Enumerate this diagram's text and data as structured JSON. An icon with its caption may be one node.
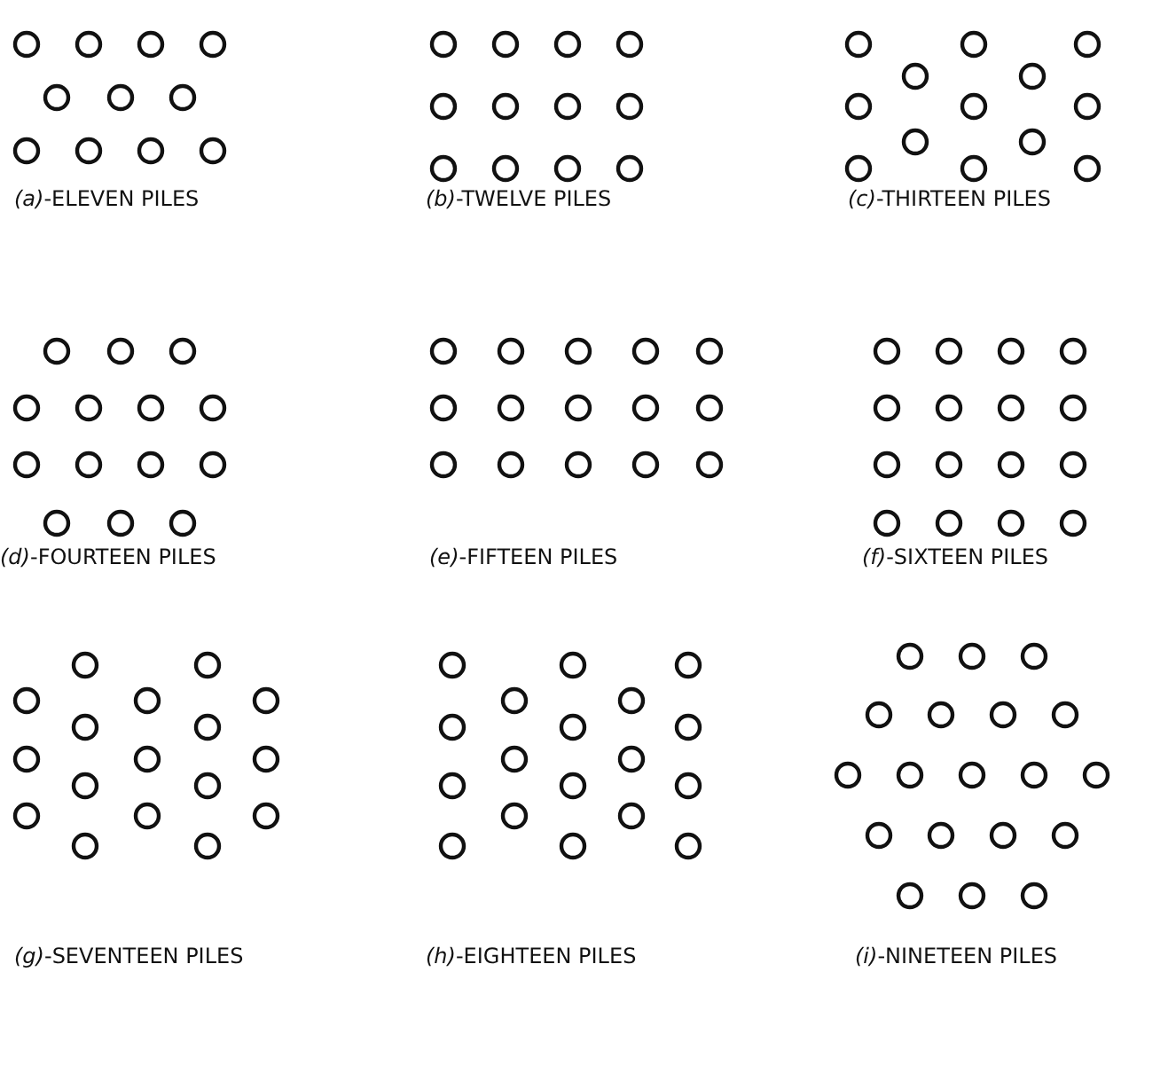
{
  "diagram": {
    "labels": [
      "*(a)*-ELEVEN PILES",
      "*(b)*-TWELVE PILES",
      "*(c)*-THIRTEEN PILES",
      "*(d)*-FOURTEEN PILES",
      "*(e)*-FIFTEEN PILES",
      "*(f)*-SIXTEEN PILES",
      "*(g)*-SEVENTEEN PILES",
      "*(h)*-EIGHTEEN PILES",
      "*(i)*-NINETEEN PILES"
    ]
  }
}
